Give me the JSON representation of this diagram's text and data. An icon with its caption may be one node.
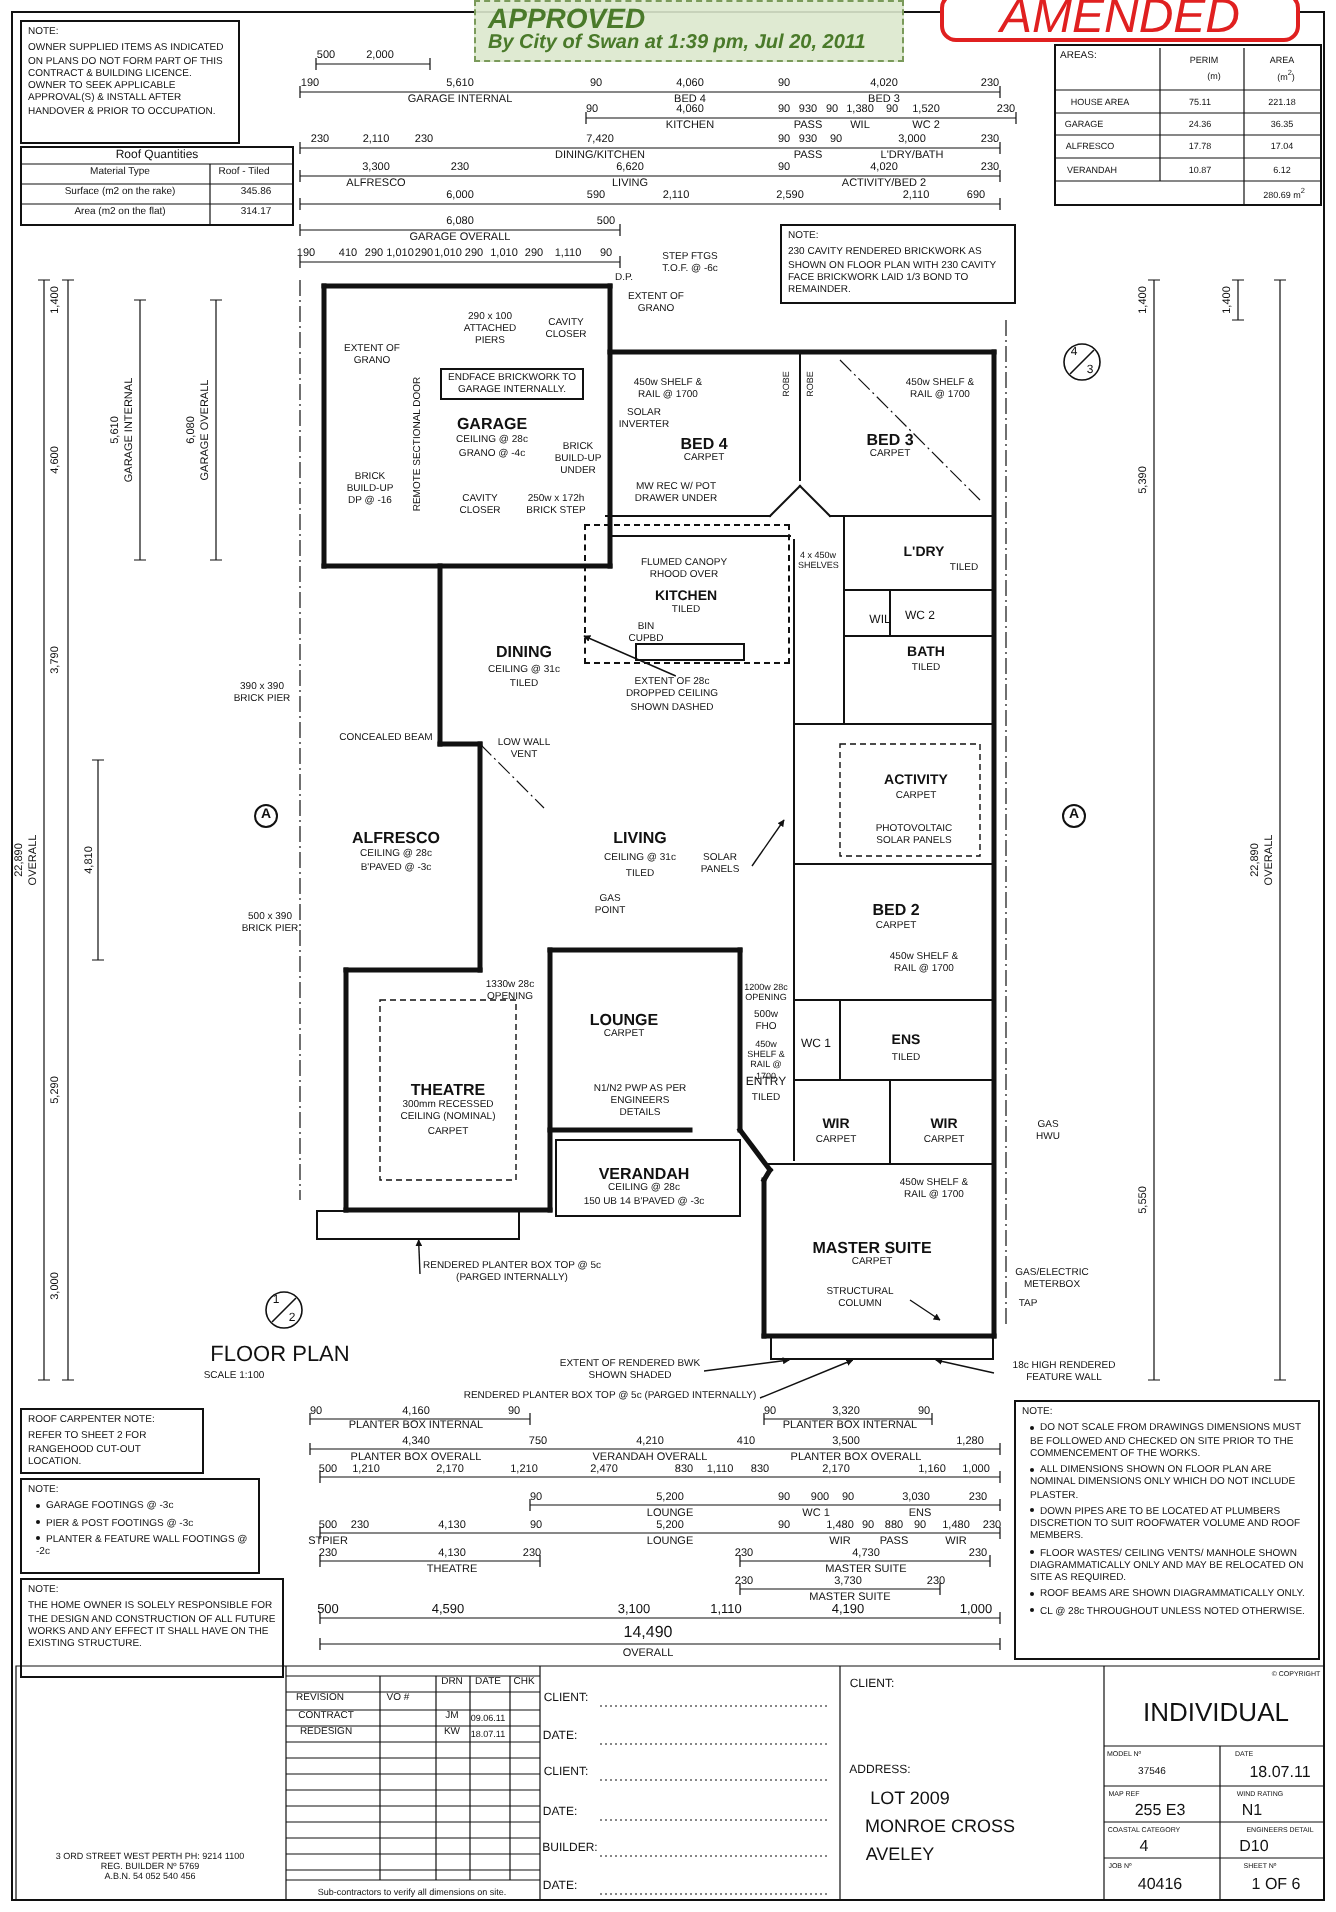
{
  "diagram": {
    "nodes": [
      {
        "text": [
          "NOTE:",
          "OWNER SUPPLIED ITEMS AS INDICATED ON PLANS DO NOT FORM PART OF THIS CONTRACT & BUILDING LICENCE. OWNER TO SEEK APPLICABLE APPROVAL(S) & INSTALL AFTER HANDOVER & PRIOR TO OCCUPATION."
        ]
      },
      {
        "text": [
          "Roof Quantities"
        ]
      },
      {
        "text": [
          "APPROVED",
          "By City of Swan at 1:39 pm, Jul 20, 2011"
        ]
      },
      {
        "text": [
          "AMENDED"
        ]
      },
      {
        "text": [
          "AREAS:"
        ]
      },
      {
        "text": [
          "NOTE:",
          "230 CAVITY RENDERED BRICKWORK AS SHOWN ON FLOOR PLAN WITH 230 CAVITY FACE BRICKWORK LAID 1/3 BOND TO REMAINDER."
        ]
      },
      {
        "text": [
          "ENDFACE BRICKWORK TO GARAGE INTERNALLY."
        ]
      },
      {
        "text": [
          "EXTENT OF 28c DROPPED CEILING SHOWN DASHED"
        ]
      },
      {
        "text": [
          "SOLAR PANELS"
        ]
      },
      {
        "text": [
          "STRUCTURAL COLUMN"
        ]
      },
      {
        "text": [
          "RENDERED PLANTER BOX TOP @ 5c (PARGED INTERNALLY)"
        ]
      },
      {
        "text": [
          "EXTENT OF RENDERED BWK SHOWN SHADED"
        ]
      },
      {
        "text": [
          "RENDERED PLANTER BOX TOP @ 5c (PARGED INTERNALLY)"
        ]
      },
      {
        "text": [
          "18c HIGH RENDERED FEATURE WALL"
        ]
      },
      {
        "text": [
          "ROOF CARPENTER NOTE:",
          "REFER TO SHEET 2 FOR RANGEHOOD CUT-OUT LOCATION."
        ]
      },
      {
        "text": [
          "NOTE:",
          "GARAGE FOOTINGS @ -3c",
          "PIER & POST FOOTINGS @ -3c",
          "PLANTER & FEATURE WALL FOOTINGS @ -2c"
        ]
      },
      {
        "text": [
          "NOTE:",
          "THE HOME OWNER IS SOLELY RESPONSIBLE FOR THE DESIGN AND CONSTRUCTION OF ALL FUTURE WORKS AND ANY EFFECT IT SHALL HAVE ON THE EXISTING STRUCTURE."
        ]
      },
      {
        "text": [
          "NOTE:",
          "DO NOT SCALE FROM DRAWINGS DIMENSIONS MUST BE FOLLOWED AND CHECKED ON SITE PRIOR TO THE COMMENCEMENT OF THE WORKS.",
          "ALL DIMENSIONS SHOWN ON FLOOR PLAN ARE NOMINAL DIMENSIONS ONLY WHICH DO NOT INCLUDE PLASTER.",
          "DOWN PIPES ARE TO BE LOCATED AT PLUMBERS DISCRETION TO SUIT ROOFWATER VOLUME AND ROOF MEMBERS.",
          "FLOOR WASTES/ CEILING VENTS/ MANHOLE SHOWN DIAGRAMMATICALLY ONLY AND MAY BE RELOCATED ON SITE AS REQUIRED.",
          "ROOF BEAMS ARE SHOWN DIAGRAMMATICALLY ONLY.",
          "CL @ 28c THROUGHOUT UNLESS NOTED OTHERWISE."
        ]
      },
      {
        "text": [],
        "shape": "box"
      },
      {
        "text": [],
        "shape": "box"
      },
      {
        "text": [],
        "shape": "box"
      }
    ],
    "edges": [
      {
        "from": 7,
        "to": 20,
        "arrow": "to"
      },
      {
        "from": 8,
        "to": null,
        "arrow": "to"
      },
      {
        "from": 9,
        "to": null,
        "arrow": "to"
      },
      {
        "from": 10,
        "to": 19,
        "arrow": "to"
      },
      {
        "from": 11,
        "to": 18,
        "arrow": "to"
      },
      {
        "from": 12,
        "to": 18,
        "arrow": "to"
      },
      {
        "from": 13,
        "to": 18,
        "arrow": "to"
      }
    ],
    "labels": [
      "Material Type",
      "Roof - Tiled",
      "Surface (m2 on the rake)",
      "345.86",
      "Area (m2 on the flat)",
      "314.17",
      "PERIM",
      "AREA",
      "(m)",
      "(m$^{2}$)",
      "HOUSE AREA",
      "75.11",
      "221.18",
      "GARAGE",
      "24.36",
      "36.35",
      "ALFRESCO",
      "17.78",
      "17.04",
      "VERANDAH",
      "10.87",
      "6.12",
      "280.69 m$^{2}$",
      "500",
      "2,000",
      "190",
      "5,610",
      "GARAGE INTERNAL",
      "90",
      "4,060",
      "BED 4",
      "90",
      "4,020",
      "BED 3",
      "230",
      "90",
      "4,060",
      "KITCHEN",
      "90",
      "930",
      "PASS",
      "90",
      "1,380",
      "WIL",
      "90",
      "1,520",
      "WC 2",
      "230",
      "230",
      "2,110",
      "230",
      "7,420",
      "DINING/KITCHEN",
      "90",
      "930",
      "PASS",
      "90",
      "3,000",
      "L'DRY/BATH",
      "230",
      "3,300",
      "ALFRESCO",
      "230",
      "6,620",
      "LIVING",
      "90",
      "4,020",
      "ACTIVITY/BED 2",
      "230",
      "6,000",
      "590",
      "2,110",
      "2,590",
      "2,110",
      "690",
      "6,080",
      "GARAGE OVERALL",
      "500",
      "190",
      "410",
      "290",
      "1,010",
      "290",
      "1,010",
      "290",
      "1,010",
      "290",
      "1,110",
      "90",
      "1,400",
      "4,600",
      "3,790",
      "22,890",
      "OVERALL",
      "4,810",
      "5,290",
      "3,000",
      "5,610",
      "GARAGE INTERNAL",
      "6,080",
      "GARAGE OVERALL",
      "1,400",
      "1,400",
      "5,390",
      "22,890",
      "OVERALL",
      "5,550",
      "STEP FTGS T.O.F. @ -6c",
      "D.P.",
      "EXTENT OF GRANO",
      "290 x 100 ATTACHED PIERS",
      "CAVITY CLOSER",
      "EXTENT OF GRANO",
      "REMOTE SECTIONAL DOOR",
      "GARAGE",
      "CEILING @ 28c",
      "GRANO @ -4c",
      "BRICK BUILD-UP DP @ -16",
      "BRICK BUILD-UP UNDER",
      "CAVITY CLOSER",
      "250w x 172h BRICK STEP",
      "SOLAR INVERTER",
      "450w SHELF & RAIL @ 1700",
      "ROBE",
      "ROBE",
      "450w SHELF & RAIL @ 1700",
      "BED 4",
      "CARPET",
      "BED 3",
      "CARPET",
      "MW REC W/ POT DRAWER UNDER",
      "L'DRY",
      "TILED",
      "FLUMED CANOPY RHOOD OVER",
      "4 x 450w SHELVES",
      "KITCHEN",
      "TILED",
      "WIL",
      "WC 2",
      "BIN CUPBD",
      "DINING",
      "CEILING @ 31c",
      "TILED",
      "BATH",
      "TILED",
      "390 x 390 BRICK PIER",
      "CONCEALED BEAM",
      "LOW WALL VENT",
      "ACTIVITY",
      "CARPET",
      "PHOTOVOLTAIC SOLAR PANELS",
      "ALFRESCO",
      "CEILING @ 28c",
      "B'PAVED @ -3c",
      "LIVING",
      "CEILING @ 31c",
      "TILED",
      "500 x 390 BRICK PIER",
      "GAS POINT",
      "BED 2",
      "CARPET",
      "450w SHELF & RAIL @ 1700",
      "1330w 28c OPENING",
      "1200w 28c OPENING",
      "LOUNGE",
      "CARPET",
      "500w FHO",
      "450w SHELF & RAIL @ 1700",
      "WC 1",
      "ENS",
      "TILED",
      "THEATRE",
      "300mm RECESSED CEILING (NOMINAL)",
      "CARPET",
      "N1/N2 PWP AS PER ENGINEERS DETAILS",
      "ENTRY",
      "TILED",
      "WIR",
      "CARPET",
      "WIR",
      "CARPET",
      "GAS HWU",
      "VERANDAH",
      "CEILING @ 28c",
      "150 UB 14 B'PAVED @ -3c",
      "450w SHELF & RAIL @ 1700",
      "MASTER SUITE",
      "CARPET",
      "GAS/ELECTRIC METERBOX",
      "TAP",
      "A",
      "A",
      "4",
      "3",
      "1",
      "2",
      "FLOOR PLAN",
      "SCALE 1:100",
      "90",
      "4,160",
      "90",
      "PLANTER BOX INTERNAL",
      "90",
      "3,320",
      "90",
      "PLANTER BOX INTERNAL",
      "4,340",
      "750",
      "4,210",
      "410",
      "3,500",
      "1,280",
      "PLANTER BOX OVERALL",
      "VERANDAH OVERALL",
      "PLANTER BOX OVERALL",
      "500",
      "1,210",
      "2,170",
      "1,210",
      "2,470",
      "830",
      "1,110",
      "830",
      "2,170",
      "1,160",
      "1,000",
      "90",
      "5,200",
      "90",
      "900",
      "90",
      "3,030",
      "230",
      "LOUNGE",
      "WC 1",
      "ENS",
      "500",
      "230",
      "4,130",
      "90",
      "5,200",
      "90",
      "1,480",
      "90",
      "880",
      "90",
      "1,480",
      "230",
      "STPIER",
      "LOUNGE",
      "WIR",
      "PASS",
      "WIR",
      "230",
      "4,130",
      "230",
      "230",
      "4,730",
      "230",
      "THEATRE",
      "MASTER SUITE",
      "230",
      "3,730",
      "230",
      "MASTER SUITE",
      "500",
      "4,590",
      "3,100",
      "1,110",
      "4,190",
      "1,000",
      "14,490",
      "OVERALL",
      "REVISION",
      "VO #",
      "DRN",
      "DATE",
      "CHK",
      "CONTRACT",
      "JM",
      "09.06.11",
      "REDESIGN",
      "KW",
      "18.07.11",
      "Sub-contractors to verify all dimensions on site.",
      "CLIENT:",
      "DATE:",
      "CLIENT:",
      "DATE:",
      "BUILDER:",
      "DATE:",
      "CLIENT:",
      "ADDRESS:",
      "LOT 2009",
      "MONROE CROSS",
      "AVELEY",
      "© COPYRIGHT",
      "INDIVIDUAL",
      "MODEL Nº",
      "37546",
      "DATE",
      "18.07.11",
      "MAP REF",
      "255 E3",
      "WIND RATING",
      "N1",
      "COASTAL CATEGORY",
      "4",
      "ENGINEERS DETAIL",
      "D10",
      "JOB Nº",
      "40416",
      "SHEET Nº",
      "1 OF 6",
      "3 ORD STREET WEST PERTH PH: 9214 1100",
      "REG. BUILDER Nº 5769",
      "A.B.N. 54 052 540 456"
    ]
  }
}
